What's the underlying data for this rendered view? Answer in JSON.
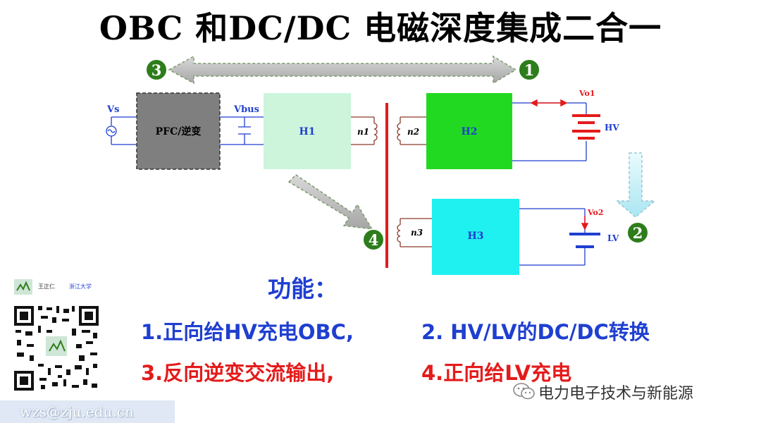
{
  "title": "OBC 和DC/DC 电磁深度集成二合一",
  "diagram": {
    "markers": [
      "3",
      "1",
      "4",
      "2"
    ],
    "source_label": "Vs",
    "bus_label": "Vbus",
    "blocks": {
      "pfc": "PFC/逆变",
      "h1": "H1",
      "h2": "H2",
      "h3": "H3"
    },
    "windings": {
      "n1": "n1",
      "n2": "n2",
      "n3": "n3"
    },
    "outputs": {
      "vo1": "Vo1",
      "vo2": "Vo2",
      "hv": "HV",
      "lv": "LV"
    }
  },
  "functions": {
    "heading": "功能：",
    "item1": "1.正向给HV充电OBC,",
    "item2": "2. HV/LV的DC/DC转换",
    "item3": "3.反向逆变交流输出,",
    "item4": "4.正向给LV充电"
  },
  "qr": {
    "name": "王正仁 ",
    "org": "浙江大学"
  },
  "email": "wzs@zju.edu.cn",
  "watermark": "电力电子技术与新能源",
  "colors": {
    "blue": "#1f3fd0",
    "red": "#e41b1b",
    "green_marker": "#2e7d1b",
    "h1": "#ccf5dc",
    "h2": "#22d922",
    "h3": "#1ff0f0",
    "pfc": "#7f7f7f"
  }
}
